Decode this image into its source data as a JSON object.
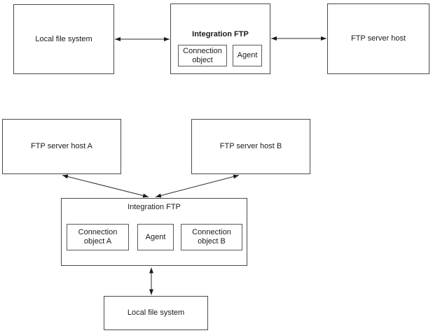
{
  "single_connection_diagram": {
    "local_file_system": "Local file system",
    "integration_ftp": "Integration FTP",
    "connection_object": "Connection object",
    "agent": "Agent",
    "ftp_server_host": "FTP server host"
  },
  "multiple_connections_diagram": {
    "ftp_server_host_a": "FTP server host A",
    "ftp_server_host_b": "FTP server host B",
    "integration_ftp": "Integration FTP",
    "connection_object_a": "Connection object A",
    "agent": "Agent",
    "connection_object_b": "Connection object B",
    "local_file_system": "Local file system"
  },
  "colors": {
    "background": "#ffffff",
    "box_border": "#4a4a4a",
    "sub_box_border": "#595959",
    "text": "#1a1a1a",
    "arrow": "#2b2b2b"
  }
}
